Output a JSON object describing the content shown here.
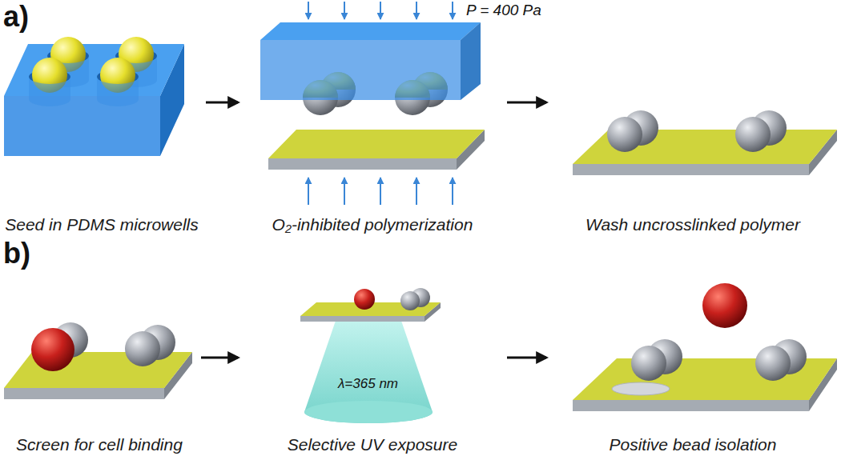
{
  "diagram": {
    "nodes": [
      {
        "text": [
          "Seed in PDMS microwells"
        ]
      },
      {
        "text": [
          "O₂-inhibited polymerization"
        ]
      },
      {
        "text": [
          "Wash uncrosslinked polymer"
        ]
      },
      {
        "text": [
          "Screen for cell binding"
        ]
      },
      {
        "text": [
          "Selective UV exposure"
        ]
      },
      {
        "text": [
          "Positive bead isolation"
        ]
      }
    ],
    "edges": [
      {
        "from": 0,
        "to": 1,
        "arrow": "to"
      },
      {
        "from": 1,
        "to": 2,
        "arrow": "to"
      },
      {
        "from": 3,
        "to": 4,
        "arrow": "to"
      },
      {
        "from": 4,
        "to": 5,
        "arrow": "to"
      }
    ],
    "labels": [
      "a)",
      "b)",
      "P = 400 Pa",
      "λ=365 nm"
    ]
  }
}
